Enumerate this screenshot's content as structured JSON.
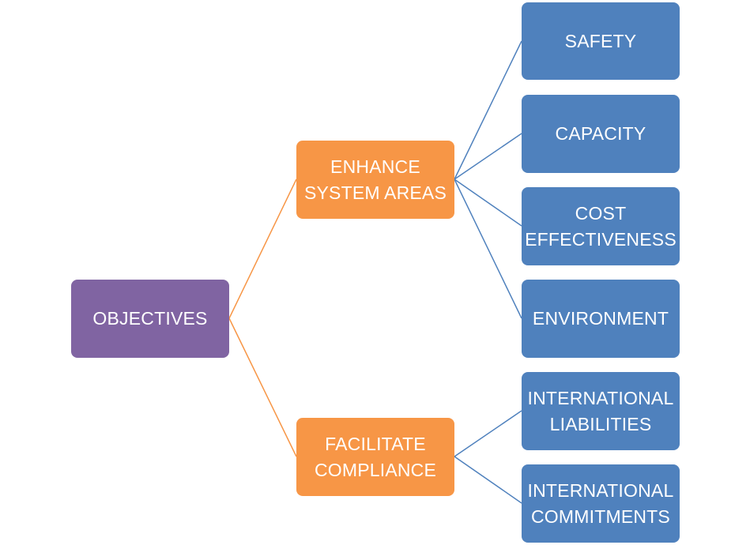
{
  "diagram": {
    "root": {
      "label": "OBJECTIVES"
    },
    "branches": [
      {
        "label_lines": [
          "ENHANCE",
          "SYSTEM AREAS"
        ],
        "children": [
          {
            "label_lines": [
              "SAFETY"
            ]
          },
          {
            "label_lines": [
              "CAPACITY"
            ]
          },
          {
            "label_lines": [
              "COST",
              "EFFECTIVENESS"
            ]
          },
          {
            "label_lines": [
              "ENVIRONMENT"
            ]
          }
        ]
      },
      {
        "label_lines": [
          "FACILITATE",
          "COMPLIANCE"
        ],
        "children": [
          {
            "label_lines": [
              "INTERNATIONAL",
              "LIABILITIES"
            ]
          },
          {
            "label_lines": [
              "INTERNATIONAL",
              "COMMITMENTS"
            ]
          }
        ]
      }
    ]
  },
  "colors": {
    "root_fill": "#8064a2",
    "branch_fill": "#f79646",
    "leaf_fill": "#4f81bd",
    "root_connector": "#f79646",
    "branch_connector": "#4f81bd",
    "text": "#ffffff"
  }
}
